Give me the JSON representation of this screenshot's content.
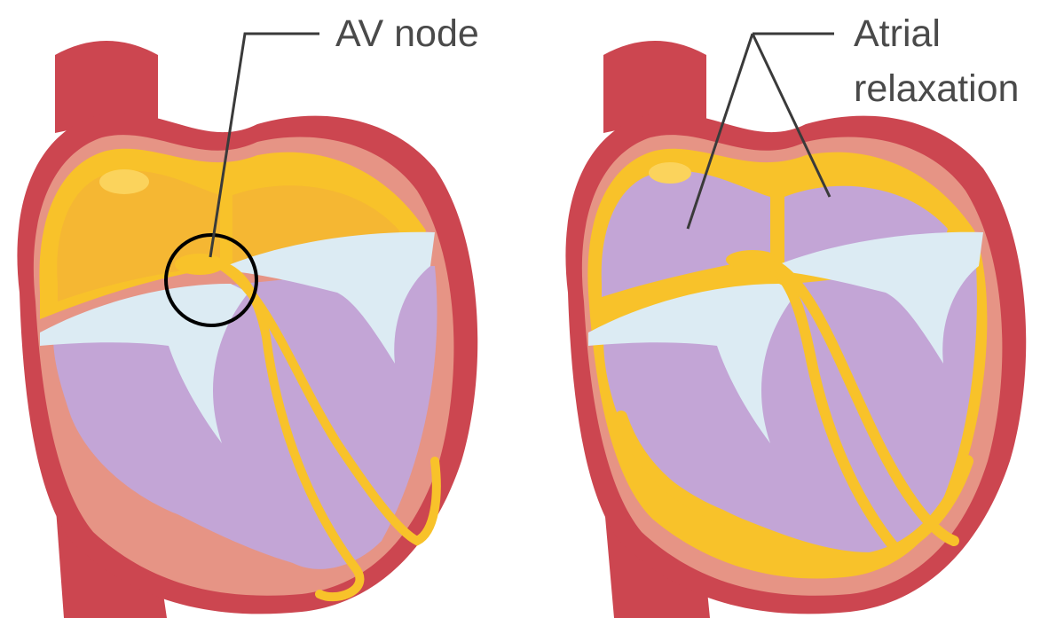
{
  "labels": {
    "av_node": "AV node",
    "atrial_relaxation_line1": "Atrial",
    "atrial_relaxation_line2": "relaxation"
  },
  "colors": {
    "vessel_red": "#cc4650",
    "myocardium_pink": "#e69485",
    "atrium_yellow": "#f5b733",
    "conduction_yellow": "#f8c22a",
    "relaxed_purple": "#c3a5d6",
    "valve_blue": "#dcebf3",
    "leader_line": "#3a3a3a",
    "highlight_circle": "#000000"
  }
}
